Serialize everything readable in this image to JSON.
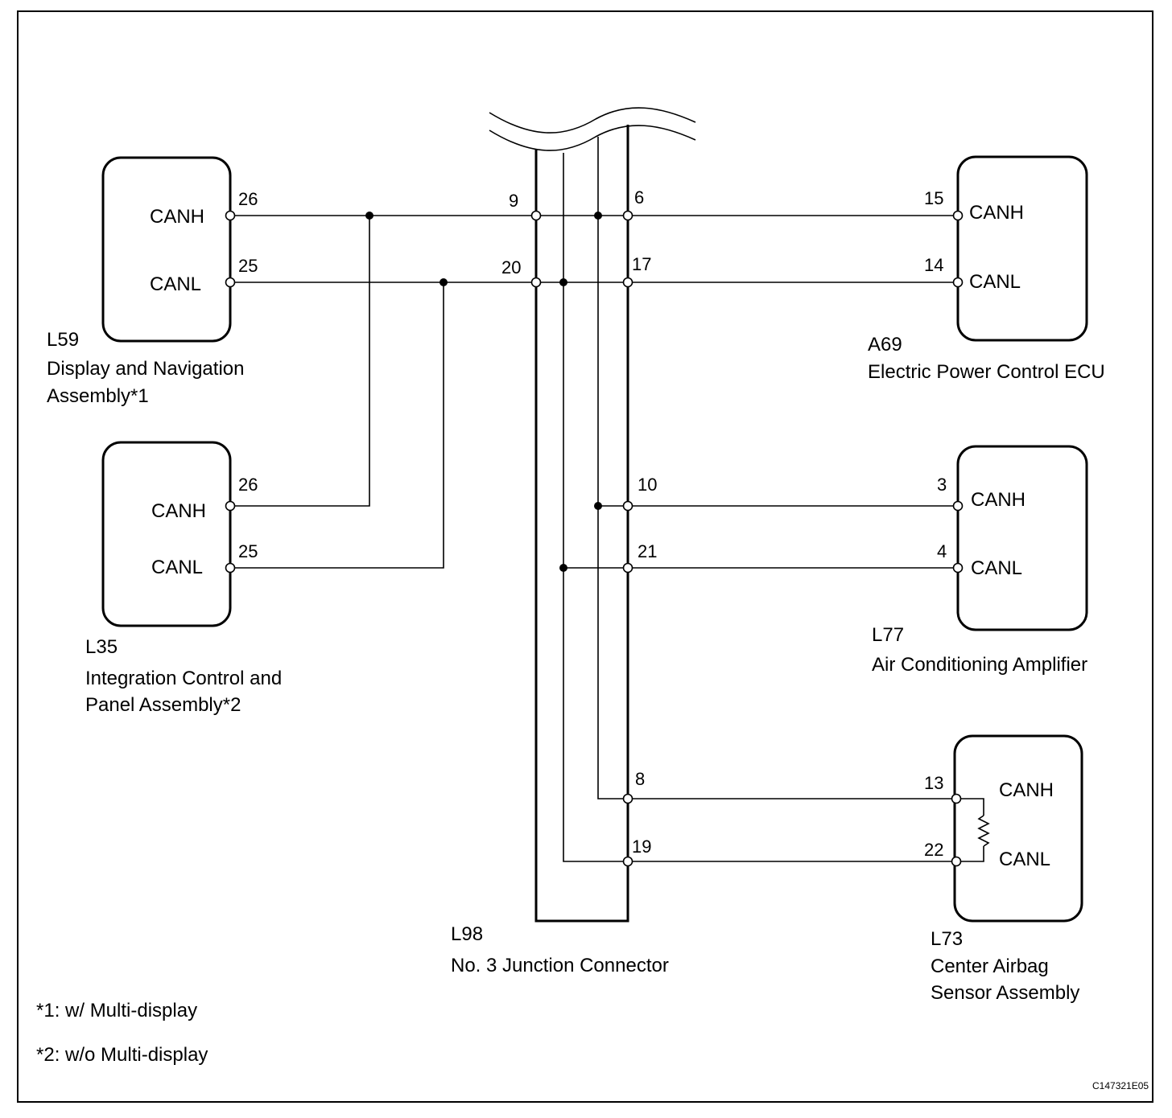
{
  "components": {
    "l59": {
      "code": "L59",
      "name_line1": "Display and Navigation",
      "name_line2": "Assembly*1",
      "canh": "CANH",
      "canl": "CANL",
      "pin_canh": "26",
      "pin_canl": "25"
    },
    "l35": {
      "code": "L35",
      "name_line1": "Integration Control and",
      "name_line2": "Panel Assembly*2",
      "canh": "CANH",
      "canl": "CANL",
      "pin_canh": "26",
      "pin_canl": "25"
    },
    "a69": {
      "code": "A69",
      "name_line1": "Electric Power Control ECU",
      "canh": "CANH",
      "canl": "CANL",
      "pin_canh": "15",
      "pin_canl": "14"
    },
    "l77": {
      "code": "L77",
      "name_line1": "Air Conditioning Amplifier",
      "canh": "CANH",
      "canl": "CANL",
      "pin_canh": "3",
      "pin_canl": "4"
    },
    "l73": {
      "code": "L73",
      "name_line1": "Center Airbag",
      "name_line2": "Sensor Assembly",
      "canh": "CANH",
      "canl": "CANL",
      "pin_canh": "13",
      "pin_canl": "22"
    },
    "l98": {
      "code": "L98",
      "name_line1": "No. 3 Junction Connector",
      "pins": {
        "p9": "9",
        "p20": "20",
        "p6": "6",
        "p17": "17",
        "p10": "10",
        "p21": "21",
        "p8": "8",
        "p19": "19"
      }
    }
  },
  "notes": {
    "note1": "*1: w/  Multi-display",
    "note2": "*2: w/o Multi-display"
  },
  "figure_id": "C147321E05"
}
